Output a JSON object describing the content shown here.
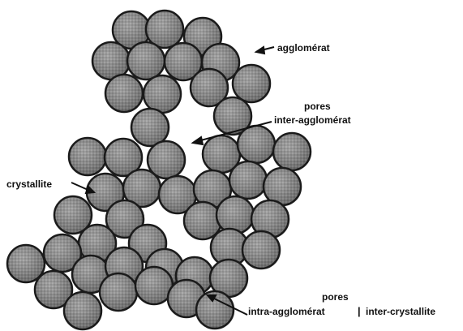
{
  "labels": {
    "agglomerat": "agglomérat",
    "pores_inter_line1": "pores",
    "pores_inter_line2": "inter-agglomérat",
    "crystallite": "crystallite",
    "pores_intra_line1": "pores",
    "pores_intra_line2": "intra-agglomérat",
    "pores_intra_separator": "|",
    "pores_intra_line2b": "inter-crystallite"
  },
  "colors": {
    "sphere_fill": "#7a7a7a",
    "sphere_edge": "#1a1a1a",
    "text": "#111111"
  }
}
